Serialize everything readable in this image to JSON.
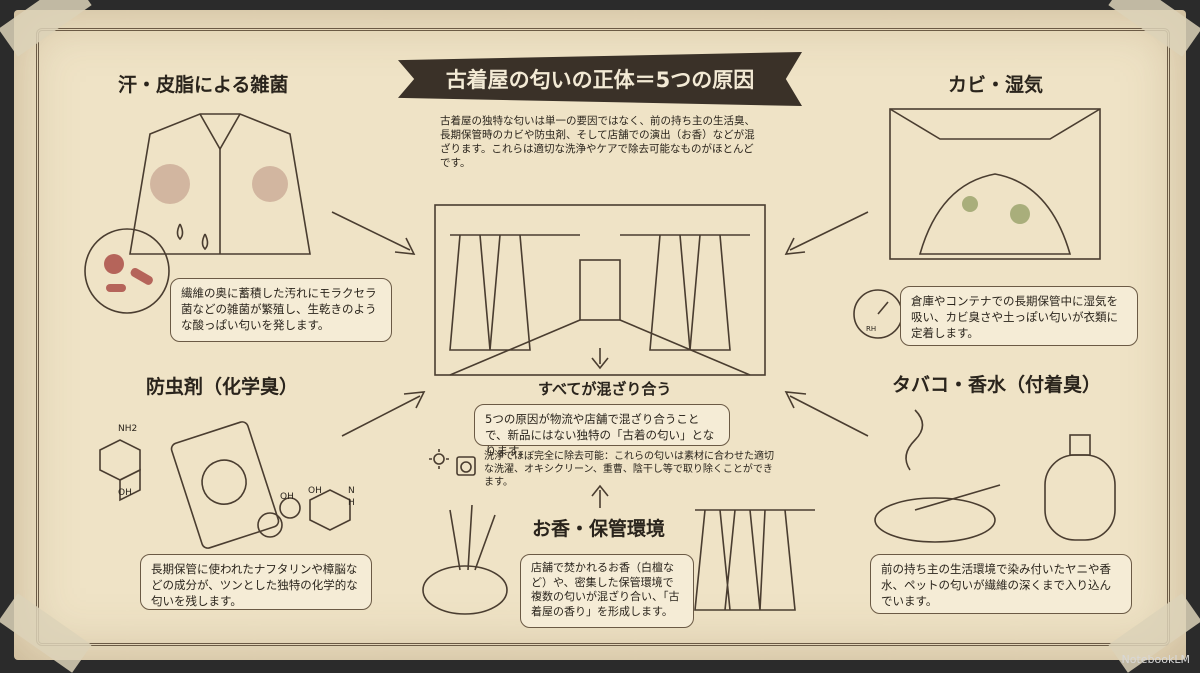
{
  "title": "古着屋の匂いの正体＝5つの原因",
  "intro": "古着屋の独特な匂いは単一の要因ではなく、前の持ち主の生活臭、長期保管時のカビや防虫剤、そして店舗での演出（お香）などが混ざります。これらは適切な洗浄やケアで除去可能なものがほとんどです。",
  "causes": {
    "sweat": {
      "heading": "汗・皮脂による雑菌",
      "text": "繊維の奥に蓄積した汚れにモラクセラ菌などの雑菌が繁殖し、生乾きのような酸っぱい匂いを発します。"
    },
    "mold": {
      "heading": "カビ・湿気",
      "text": "倉庫やコンテナでの長期保管中に湿気を吸い、カビ臭さや土っぽい匂いが衣類に定着します。",
      "gauge_label": "RH"
    },
    "mothball": {
      "heading": "防虫剤（化学臭）",
      "text": "長期保管に使われたナフタリンや樟脳などの成分が、ツンとした独特の化学的な匂いを残します。",
      "chem_labels": [
        "NH2",
        "OH",
        "OH",
        "OH",
        "N",
        "H"
      ]
    },
    "tobacco": {
      "heading": "タバコ・香水（付着臭）",
      "text": "前の持ち主の生活環境で染み付いたヤニや香水、ペットの匂いが繊維の深くまで入り込んでいます。"
    },
    "incense": {
      "heading": "お香・保管環境",
      "text": "店舗で焚かれるお香（白檀など）や、密集した保管環境で複数の匂いが混ざり合い、「古着屋の香り」を形成します。"
    }
  },
  "center": {
    "mix_label": "すべてが混ざり合う",
    "mix_text": "5つの原因が物流や店舗で混ざり合うことで、新品にはない独特の「古着の匂い」となります。",
    "wash_text": "洗浄でほぼ完全に除去可能：これらの匂いは素材に合わせた適切な洗濯、オキシクリーン、重曹、陰干し等で取り除くことができます。"
  },
  "footer": "NotebookLM"
}
